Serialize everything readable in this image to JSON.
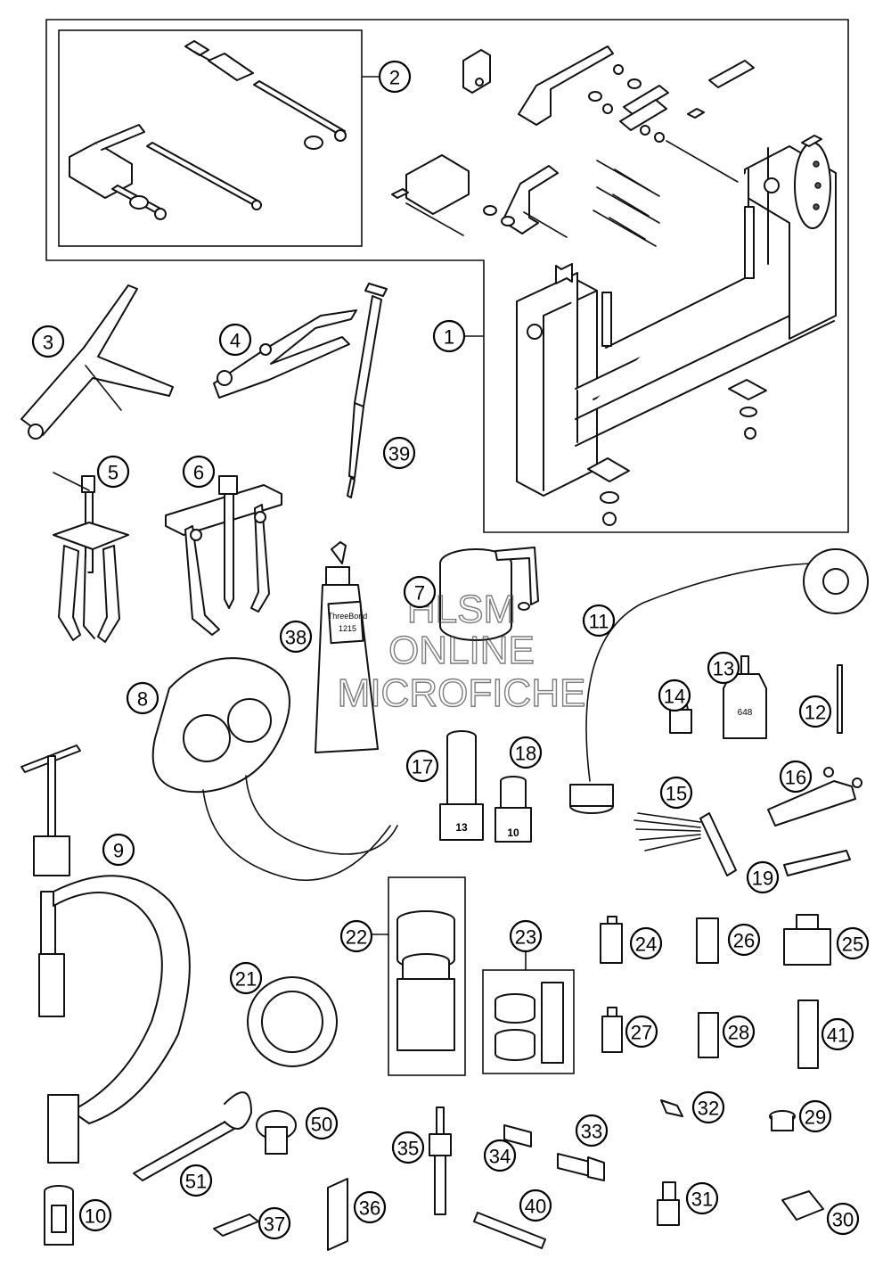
{
  "callouts": [
    "1",
    "2",
    "3",
    "4",
    "5",
    "6",
    "7",
    "8",
    "9",
    "10",
    "11",
    "12",
    "13",
    "14",
    "15",
    "16",
    "17",
    "18",
    "19",
    "21",
    "22",
    "23",
    "24",
    "25",
    "26",
    "27",
    "28",
    "29",
    "30",
    "31",
    "32",
    "33",
    "34",
    "35",
    "36",
    "37",
    "38",
    "39",
    "40",
    "41",
    "50",
    "51"
  ],
  "part_labels": {
    "socket_13": "13",
    "socket_10": "10",
    "tube_brand": "ThreeBond",
    "tube_code": "1215",
    "loctite_code": "648"
  },
  "watermark": {
    "line1": "HLSM",
    "line2": "ONLINE",
    "line3": "MICROFICHE"
  }
}
